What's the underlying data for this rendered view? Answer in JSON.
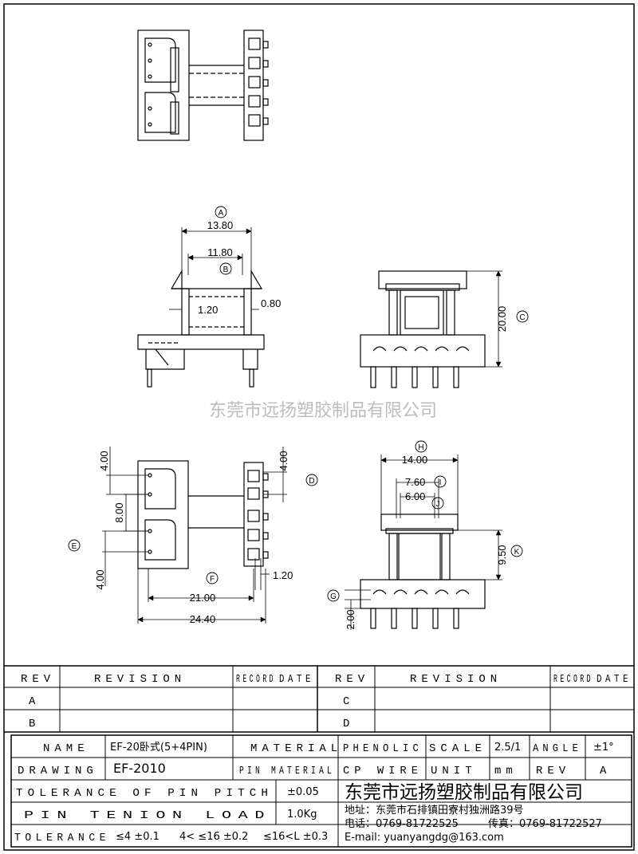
{
  "watermark": "东莞市远扬塑胶制品有限公司",
  "dimensions": {
    "d_13_80": "13.80",
    "d_11_80": "11.80",
    "d_1_20_a": "1.20",
    "d_0_80": "0.80",
    "d_20_00": "20.00",
    "d_4_00_a": "4.00",
    "d_4_00_b": "4.00",
    "d_8_00": "8.00",
    "d_4_00_c": "4.00",
    "d_1_20_b": "1.20",
    "d_21_00": "21.00",
    "d_24_40": "24.40",
    "d_14_00": "14.00",
    "d_7_60": "7.60",
    "d_6_00": "6.00",
    "d_9_50": "9.50",
    "d_2_00": "2.00"
  },
  "callouts": {
    "A": "A",
    "B": "B",
    "C": "C",
    "D": "D",
    "E": "E",
    "F": "F",
    "H": "H",
    "I": "I",
    "J": "J",
    "K": "K",
    "G": "G"
  },
  "revision_table": {
    "left": {
      "rev": "REV",
      "revision": "REVISION",
      "record": "RECORD",
      "date": "DATE",
      "rows": [
        "A",
        "B"
      ]
    },
    "right": {
      "rev": "REV",
      "revision": "REVISION",
      "record": "RECORD",
      "date": "DATE",
      "rows": [
        "C",
        "D"
      ]
    }
  },
  "title_block": {
    "name_label": "NAME",
    "name_value": "EF-20卧式(5+4PIN)",
    "material_label": "MATERIAL",
    "material_value": "PHENOLIC",
    "scale_label": "SCALE",
    "scale_value": "2.5/1",
    "angle_label": "ANGLE",
    "angle_value": "±1°",
    "drawing_label": "DRAWING",
    "drawing_value": "EF-2010",
    "pin_material_label": "PIN MATERIAL",
    "pin_material_value": "CP WIRE",
    "unit_label": "UNIT",
    "unit_value": "mm",
    "rev_label": "REV",
    "rev_value": "A",
    "tol_pin_label": "TOLERANCE OF PIN PITCH",
    "tol_pin_value": "±0.05",
    "pin_tension_label": "PIN TENION LOAD",
    "pin_tension_value": "1.0Kg",
    "tolerance_label": "TOLERANCE",
    "tolerance_values": [
      "≤4 ±0.1",
      "4< ≤16 ±0.2",
      "≤16<L ±0.3"
    ]
  },
  "company": {
    "name": "东莞市远扬塑胶制品有限公司",
    "address": "地址：东莞市石排镇田寮村独洲路39号",
    "phone": "电话：0769-81722525",
    "fax": "传真：0769-81722527",
    "email": "E-mail: yuanyangdg@163.com"
  }
}
